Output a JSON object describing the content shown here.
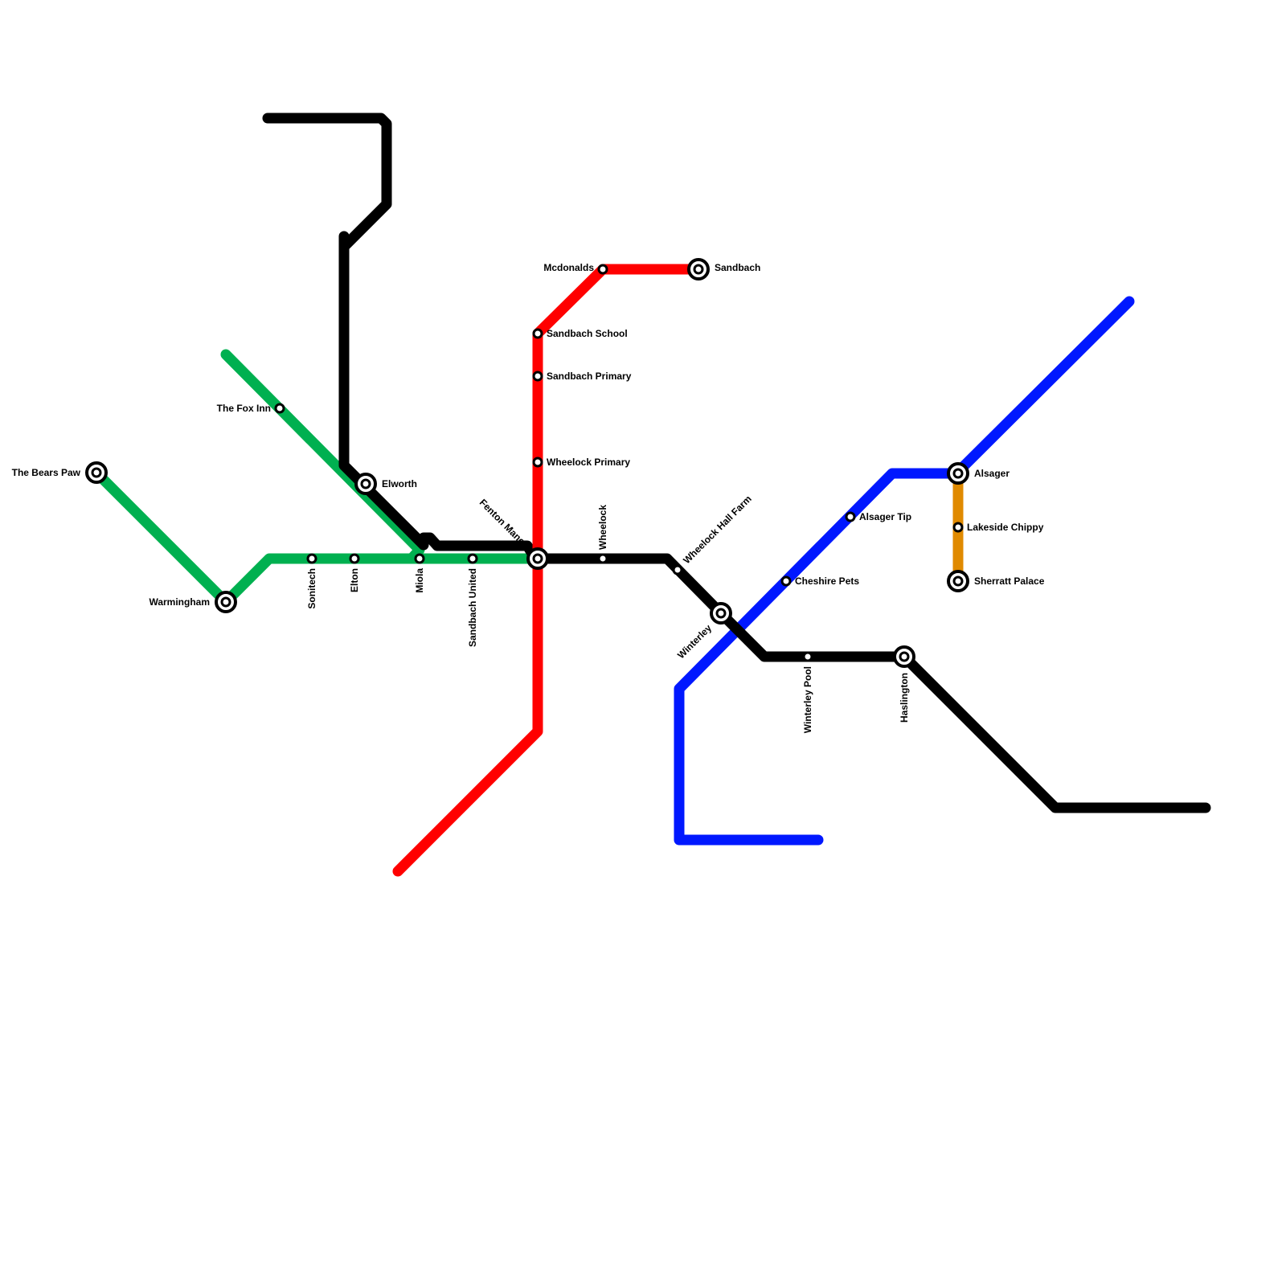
{
  "lines": [
    {
      "id": "black",
      "color": "#000000"
    },
    {
      "id": "green",
      "color": "#00b050"
    },
    {
      "id": "red",
      "color": "#ff0000"
    },
    {
      "id": "blue",
      "color": "#0018ff"
    },
    {
      "id": "orange",
      "color": "#e08a00"
    }
  ],
  "stations": [
    {
      "id": "the-bears-paw",
      "name": "The Bears Paw",
      "interchange": true
    },
    {
      "id": "warmingham",
      "name": "Warmingham",
      "interchange": true
    },
    {
      "id": "the-fox-inn",
      "name": "The Fox Inn",
      "interchange": false
    },
    {
      "id": "elworth",
      "name": "Elworth",
      "interchange": true
    },
    {
      "id": "sonitech",
      "name": "Sonitech",
      "interchange": false
    },
    {
      "id": "elton",
      "name": "Elton",
      "interchange": false
    },
    {
      "id": "miola",
      "name": "Miola",
      "interchange": false
    },
    {
      "id": "sandbach-united",
      "name": "Sandbach United",
      "interchange": false
    },
    {
      "id": "fenton-manor",
      "name": "Fenton Manor",
      "interchange": true
    },
    {
      "id": "mcdonalds",
      "name": "Mcdonalds",
      "interchange": false
    },
    {
      "id": "sandbach",
      "name": "Sandbach",
      "interchange": true
    },
    {
      "id": "sandbach-school",
      "name": "Sandbach School",
      "interchange": false
    },
    {
      "id": "sandbach-primary",
      "name": "Sandbach Primary",
      "interchange": false
    },
    {
      "id": "wheelock-primary",
      "name": "Wheelock Primary",
      "interchange": false
    },
    {
      "id": "wheelock",
      "name": "Wheelock",
      "interchange": false
    },
    {
      "id": "wheelock-hall-farm",
      "name": "Wheelock Hall Farm",
      "interchange": false
    },
    {
      "id": "winterley",
      "name": "Winterley",
      "interchange": true
    },
    {
      "id": "cheshire-pets",
      "name": "Cheshire Pets",
      "interchange": false
    },
    {
      "id": "alsager-tip",
      "name": "Alsager Tip",
      "interchange": false
    },
    {
      "id": "winterley-pool",
      "name": "Winterley Pool",
      "interchange": false
    },
    {
      "id": "haslington",
      "name": "Haslington",
      "interchange": true
    },
    {
      "id": "alsager",
      "name": "Alsager",
      "interchange": true
    },
    {
      "id": "lakeside-chippy",
      "name": "Lakeside Chippy",
      "interchange": false
    },
    {
      "id": "sherratt-palace",
      "name": "Sherratt Palace",
      "interchange": true
    }
  ]
}
